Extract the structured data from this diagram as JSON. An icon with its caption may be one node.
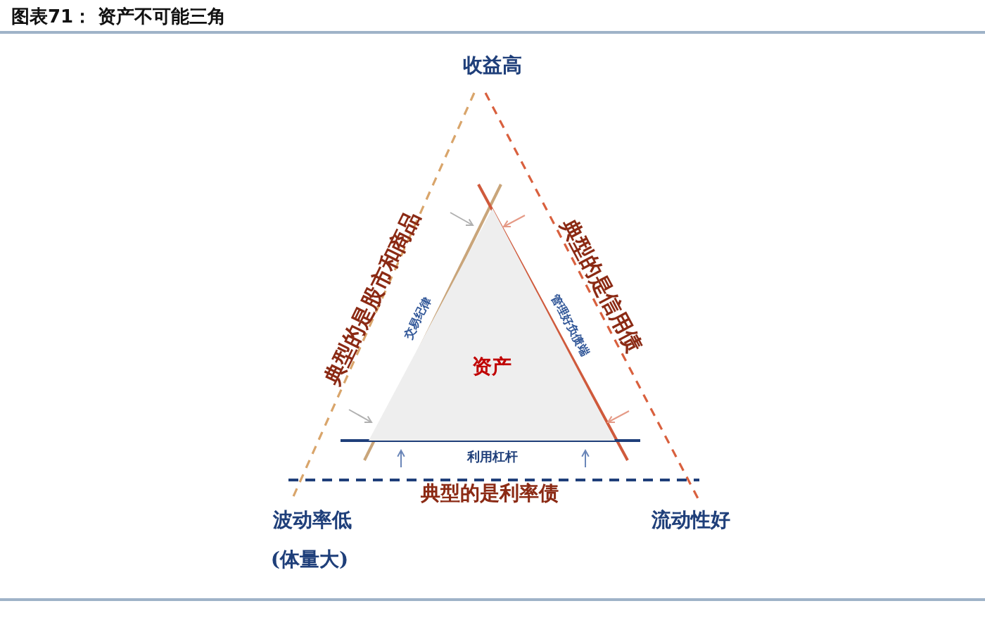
{
  "diagram": {
    "title": "图表71： 资产不可能三角",
    "nodes": [
      {
        "text": [
          "资产"
        ]
      }
    ],
    "labels": [
      "收益高",
      "典型的是股市和商品",
      "典型的是信用债",
      "交易纪律",
      "管理好负债端",
      "利用杠杆",
      "典型的是利率债",
      "波动率低",
      "(体量大)",
      "流动性好"
    ]
  }
}
